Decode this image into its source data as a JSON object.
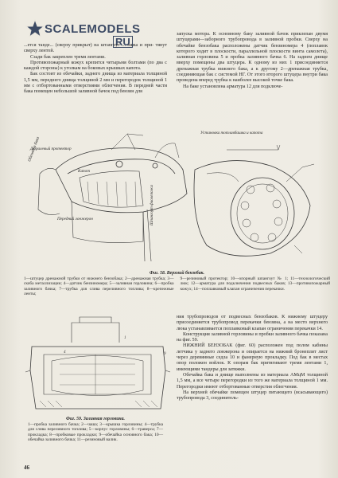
{
  "logo": {
    "text": "SCALEMODELS",
    "suffix": "RU"
  },
  "page_number": "46",
  "left_column": [
    "...ется танде... (сверху прикрыт) на штангоут ... ляжа и при- тянут сверху лентой.",
    "Сзади бак закреплен тремя лентами.",
    "Противопожарный кожух крепится четырьмя болтами (по два с каждой стороны) к уголкам на боковых крышках капота.",
    "Бак состоит из обечайки, заднего днища из материала толщиной 1,5 мм, переднего днища толщиной 2 мм и перегородок толщиной 1 мм с отбортованными отверстиями облегчения. В передней части бака помещен небольшой заливной бачок под бензин для"
  ],
  "right_column_top": [
    "запуска мотора. К основному баку заливной бачок приклепан двумя штуцерами—заборного трубопровода в заливной пробки. Сверху на обечайке бензобака расположены датчик бензиномера 4 (поплавок которого ходит в плоскости, параллельной плоскости винта самолета), заливная горловина 5 и пробка заливного бачка 6. На заднем днище вверху помещены два штуцера. К одному из них 1 присоединяется дренажная трубка нижнего бака, а к другому 2—дренажная трубка, соединяющая бак с системой НГ. От этого второго штуцера внутри бака проведена вперед трубка к наиболее высокой точке бака.",
    "На баке установлена арматура 12 для подключе-"
  ],
  "fig58": {
    "labels": {
      "protector": "Дюралевый протектор",
      "hatch": "Обечайка бака",
      "kapot": "Капот",
      "lonzheron": "Передний лонжерон",
      "shpangout": "Шпангоут фиолепожа",
      "ustanovka": "Установка тотлавбашка и капота"
    },
    "title": "Фиг. 58. Верхний бензобак.",
    "legend_left": "1—штуцер дренажной трубки от нижнего бензобака; 2—дренажная трубка; 3—скоба металлизации; 4—датчик бензиномера; 5—заливная горловина; 6—пробка заливного бачка; 7—трубка для слива переливного топлива; 8—крепежные ленты;",
    "legend_right": "9—резиновый протектор; 10—опорный шпангоут № 1; 11—технологический люк; 12—арматура для подключения подвесных баков; 13—противопожарный кожух; 14—поплавковый клапан ограничения перекачки."
  },
  "right_column_mid": [
    "ния трубопроводов от подвесных бензобаков. К нижнему штуцеру присоединяется трубопровод перекачки бензина, а на место верхнего люка устанавливается поплавковый клапан ограничения перекачки 14.",
    "Конструкция заливной горловины и пробки заливного бачка показана на фиг. 59.",
    "НИЖНИЙ БЕНЗОБАК (фиг. 60) расположен под полом кабины летчика у заднего лонжерона и опирается на нижний бронеплит лист через деревянные седла 10 и фанерную прокладку. Под бак в местах опор положен войлок. К опорам бак притягивают тремя лентами 1, имеющими тандеры для затяжки.",
    "Обечайка бака и днище выполнены из материала АМцМ толщиной 1,5 мм, а все четыре перегородки из того же материала толщиной 1 мм. Перегородки имеют отбортованные отверстия облегчения.",
    "На верхней обечайке помещен штуцер питающего (всасывающего) трубопровода 3, соединитель-"
  ],
  "fig59": {
    "title": "Фиг. 59. Заливная горловина.",
    "legend": "1—пробка заливного бачка; 2—чаша; 3—крышка горловины; 4—трубка для слива переливного топлива; 5—корпус горловины; 6—траверса; 7—прокладка; 8—пробковые прокладки; 9—обечайка основного бака; 10—обечайка заливного бачка; 11—резиновый валик."
  }
}
